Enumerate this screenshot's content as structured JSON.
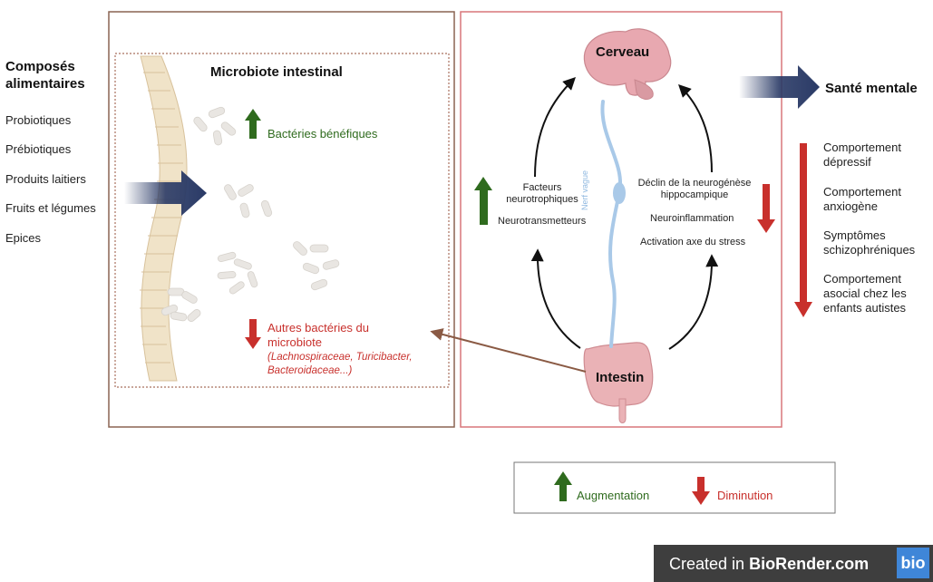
{
  "left_panel": {
    "title": "Composés alimentaires",
    "items": [
      "Probiotiques",
      "Prébiotiques",
      "Produits laitiers",
      "Fruits et légumes",
      "Epices"
    ]
  },
  "microbiota": {
    "title": "Microbiote intestinal",
    "beneficial": "Bactéries bénéfiques",
    "other_title": "Autres bactéries du microbiote",
    "other_examples": "(Lachnospiraceae, Turicibacter, Bacteroidaceae...)"
  },
  "axis": {
    "brain": "Cerveau",
    "intestine": "Intestin",
    "vagus": "Nerf vague",
    "increase_items": [
      "Facteurs neurotrophiques",
      "Neurotransmetteurs"
    ],
    "decrease_items": [
      "Déclin de la neurogénèse hippocampique",
      "Neuroinflammation",
      "Activation axe du stress"
    ]
  },
  "outcome": {
    "title": "Santé mentale",
    "items": [
      "Comportement dépressif",
      "Comportement anxiogène",
      "Symptômes schizophréniques",
      "Comportement asocial chez les enfants autistes"
    ]
  },
  "legend": {
    "increase": "Augmentation",
    "decrease": "Diminution"
  },
  "footer": {
    "created_in": "Created in",
    "brand": "BioRender.com",
    "logo": "bio"
  },
  "colors": {
    "green": "#2f6b1e",
    "red": "#c8302c",
    "navy": "#2a3a66",
    "brown_frame": "#8a6452",
    "pink_frame": "#d9777a"
  }
}
